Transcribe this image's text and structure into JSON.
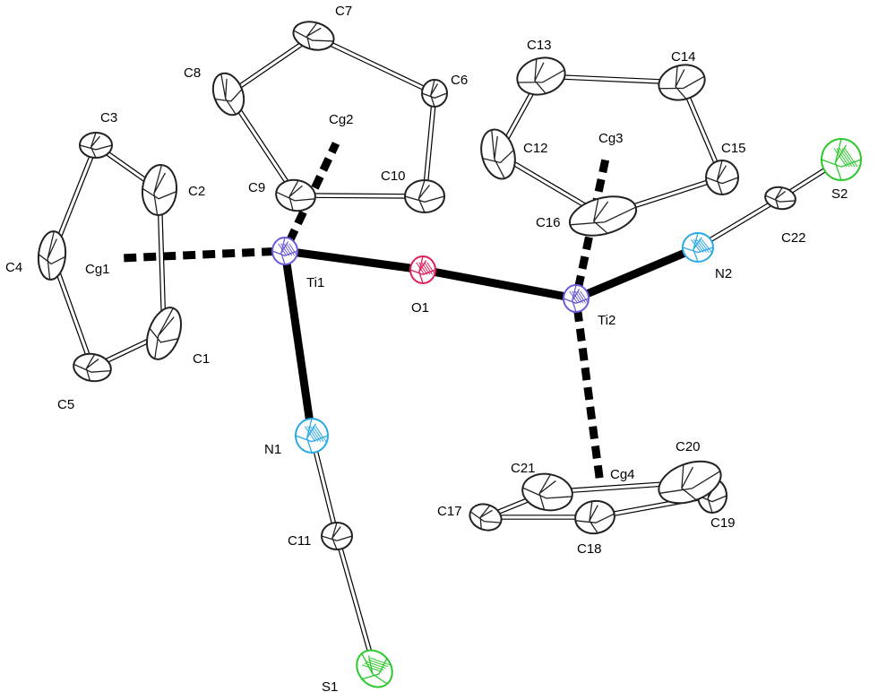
{
  "colors": {
    "carbon": "#222222",
    "titanium": "#6a5cd6",
    "oxygen": "#e0205a",
    "nitrogen": "#2aa8e8",
    "sulfur": "#2ec82e",
    "bond": "#000000"
  },
  "atoms": [
    {
      "id": "C1",
      "label": "C1",
      "element": "carbon"
    },
    {
      "id": "C2",
      "label": "C2",
      "element": "carbon"
    },
    {
      "id": "C3",
      "label": "C3",
      "element": "carbon"
    },
    {
      "id": "C4",
      "label": "C4",
      "element": "carbon"
    },
    {
      "id": "C5",
      "label": "C5",
      "element": "carbon"
    },
    {
      "id": "C6",
      "label": "C6",
      "element": "carbon"
    },
    {
      "id": "C7",
      "label": "C7",
      "element": "carbon"
    },
    {
      "id": "C8",
      "label": "C8",
      "element": "carbon"
    },
    {
      "id": "C9",
      "label": "C9",
      "element": "carbon"
    },
    {
      "id": "C10",
      "label": "C10",
      "element": "carbon"
    },
    {
      "id": "C11",
      "label": "C11",
      "element": "carbon"
    },
    {
      "id": "C12",
      "label": "C12",
      "element": "carbon"
    },
    {
      "id": "C13",
      "label": "C13",
      "element": "carbon"
    },
    {
      "id": "C14",
      "label": "C14",
      "element": "carbon"
    },
    {
      "id": "C15",
      "label": "C15",
      "element": "carbon"
    },
    {
      "id": "C16",
      "label": "C16",
      "element": "carbon"
    },
    {
      "id": "C17",
      "label": "C17",
      "element": "carbon"
    },
    {
      "id": "C18",
      "label": "C18",
      "element": "carbon"
    },
    {
      "id": "C19",
      "label": "C19",
      "element": "carbon"
    },
    {
      "id": "C20",
      "label": "C20",
      "element": "carbon"
    },
    {
      "id": "C21",
      "label": "C21",
      "element": "carbon"
    },
    {
      "id": "C22",
      "label": "C22",
      "element": "carbon"
    },
    {
      "id": "Ti1",
      "label": "Ti1",
      "element": "titanium"
    },
    {
      "id": "Ti2",
      "label": "Ti2",
      "element": "titanium"
    },
    {
      "id": "O1",
      "label": "O1",
      "element": "oxygen"
    },
    {
      "id": "N1",
      "label": "N1",
      "element": "nitrogen"
    },
    {
      "id": "N2",
      "label": "N2",
      "element": "nitrogen"
    },
    {
      "id": "S1",
      "label": "S1",
      "element": "sulfur"
    },
    {
      "id": "S2",
      "label": "S2",
      "element": "sulfur"
    }
  ],
  "centroids": [
    {
      "id": "Cg1",
      "label": "Cg1"
    },
    {
      "id": "Cg2",
      "label": "Cg2"
    },
    {
      "id": "Cg3",
      "label": "Cg3"
    },
    {
      "id": "Cg4",
      "label": "Cg4"
    }
  ],
  "bonds": [
    {
      "a": "C1",
      "b": "C2",
      "type": "ring"
    },
    {
      "a": "C2",
      "b": "C3",
      "type": "ring"
    },
    {
      "a": "C3",
      "b": "C4",
      "type": "ring"
    },
    {
      "a": "C4",
      "b": "C5",
      "type": "ring"
    },
    {
      "a": "C5",
      "b": "C1",
      "type": "ring"
    },
    {
      "a": "C6",
      "b": "C7",
      "type": "ring"
    },
    {
      "a": "C7",
      "b": "C8",
      "type": "ring"
    },
    {
      "a": "C8",
      "b": "C9",
      "type": "ring"
    },
    {
      "a": "C9",
      "b": "C10",
      "type": "ring"
    },
    {
      "a": "C10",
      "b": "C6",
      "type": "ring"
    },
    {
      "a": "C12",
      "b": "C13",
      "type": "ring"
    },
    {
      "a": "C13",
      "b": "C14",
      "type": "ring"
    },
    {
      "a": "C14",
      "b": "C15",
      "type": "ring"
    },
    {
      "a": "C15",
      "b": "C16",
      "type": "ring"
    },
    {
      "a": "C16",
      "b": "C12",
      "type": "ring"
    },
    {
      "a": "C17",
      "b": "C21",
      "type": "ring"
    },
    {
      "a": "C21",
      "b": "C20",
      "type": "ring"
    },
    {
      "a": "C20",
      "b": "C19",
      "type": "ring"
    },
    {
      "a": "C19",
      "b": "C18",
      "type": "ring"
    },
    {
      "a": "C18",
      "b": "C17",
      "type": "ring"
    },
    {
      "a": "N1",
      "b": "C11",
      "type": "ring"
    },
    {
      "a": "C11",
      "b": "S1",
      "type": "ring"
    },
    {
      "a": "N2",
      "b": "C22",
      "type": "ring"
    },
    {
      "a": "C22",
      "b": "S2",
      "type": "ring"
    },
    {
      "a": "Ti1",
      "b": "O1",
      "type": "metal"
    },
    {
      "a": "O1",
      "b": "Ti2",
      "type": "metal"
    },
    {
      "a": "Ti1",
      "b": "N1",
      "type": "metal"
    },
    {
      "a": "Ti2",
      "b": "N2",
      "type": "metal"
    },
    {
      "a": "Ti1",
      "b": "Cg1",
      "type": "dashed"
    },
    {
      "a": "Ti1",
      "b": "Cg2",
      "type": "dashed"
    },
    {
      "a": "Ti2",
      "b": "Cg3",
      "type": "dashed"
    },
    {
      "a": "Ti2",
      "b": "Cg4",
      "type": "dashed"
    }
  ]
}
